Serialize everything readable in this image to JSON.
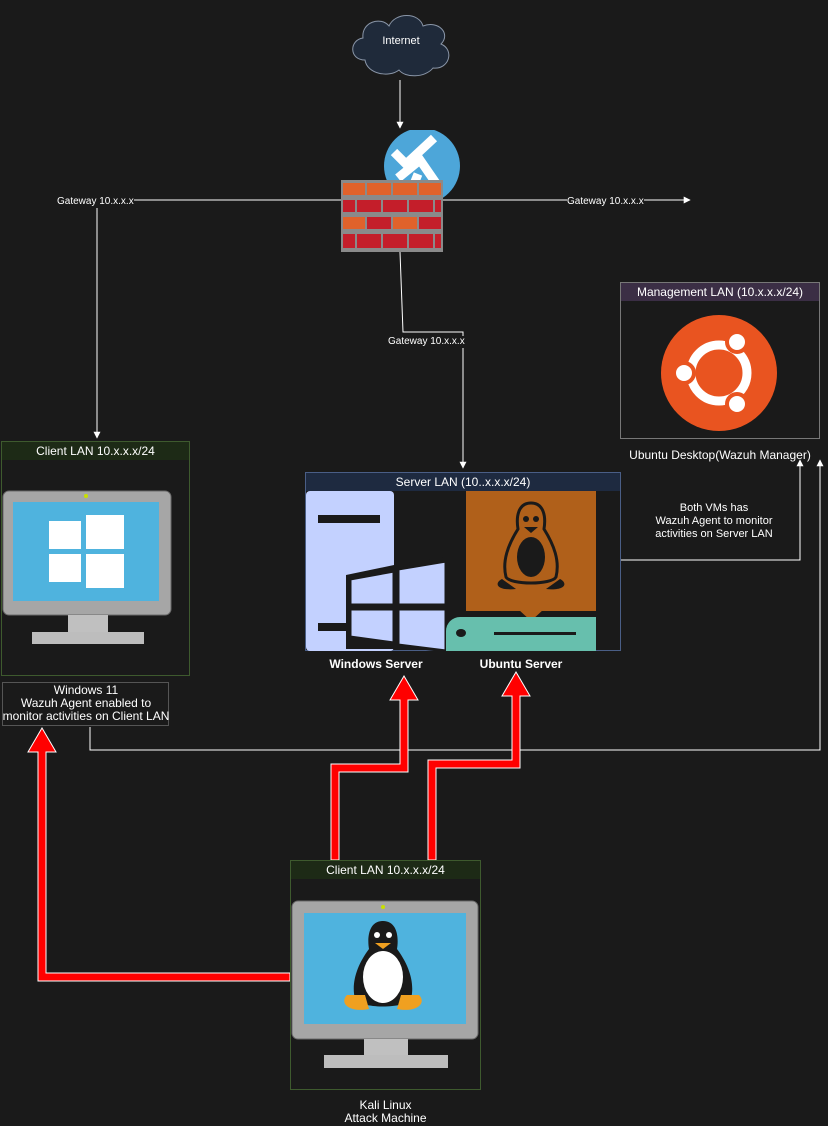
{
  "internet": {
    "label": "Internet"
  },
  "gateways": {
    "left": "Gateway 10.x.x.x",
    "right": "Gateway 10.x.x.x",
    "center": "Gateway 10.x.x.x"
  },
  "management_lan": {
    "title": "Management LAN (10.x.x.x/24)",
    "caption": "Ubuntu Desktop(Wazuh Manager)",
    "header_color": "#3b2e45",
    "icon_color": "#e95420"
  },
  "client_lan_top": {
    "title": "Client LAN 10.x.x.x/24",
    "caption_lines": [
      "Windows 11",
      "Wazuh Agent enabled to",
      "monitor activities on Client LAN"
    ],
    "header_color": "#1d2a16"
  },
  "server_lan": {
    "title": "Server LAN (10..x.x.x/24)",
    "windows_label": "Windows Server",
    "ubuntu_label": "Ubuntu Server",
    "note_lines": [
      "Both VMs has",
      "Wazuh Agent to monitor",
      "activities on Server LAN"
    ],
    "header_color": "#1e2a40"
  },
  "client_lan_bottom": {
    "title": "Client LAN 10.x.x.x/24",
    "caption_lines": [
      "Kali Linux",
      "Attack Machine"
    ],
    "header_color": "#1d2a16"
  },
  "colors": {
    "attack_arrow": "#ff0000",
    "link": "#ffffff"
  }
}
